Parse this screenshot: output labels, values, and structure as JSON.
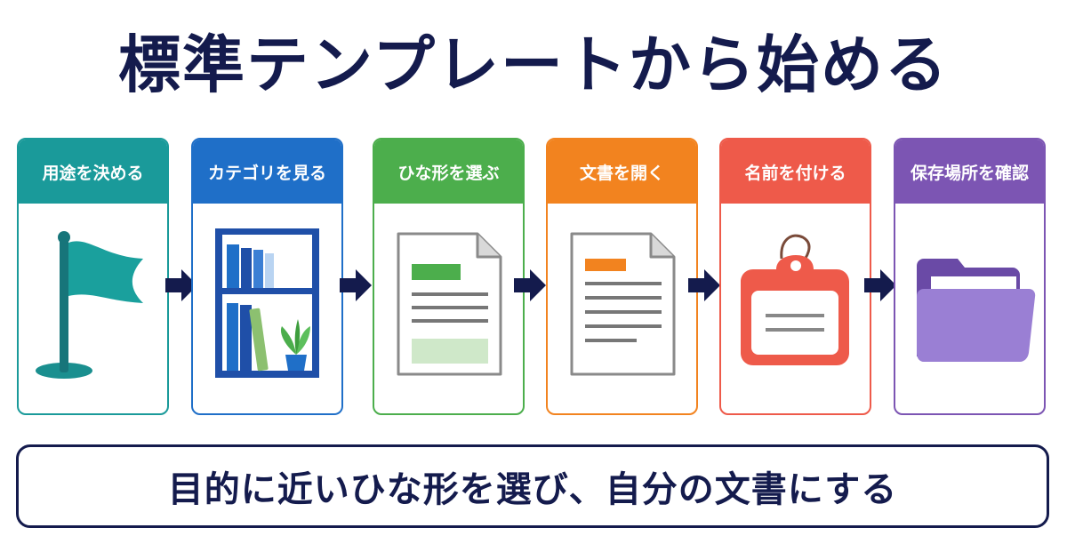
{
  "title": "標準テンプレートから始める",
  "steps": [
    {
      "label": "用途を決める",
      "icon": "flag-icon",
      "color": "#1a9a9a"
    },
    {
      "label": "カテゴリを見る",
      "icon": "bookshelf-icon",
      "color": "#1f6fc8"
    },
    {
      "label": "ひな形を選ぶ",
      "icon": "template-document-icon",
      "color": "#4cae4c"
    },
    {
      "label": "文書を開く",
      "icon": "open-document-icon",
      "color": "#f2831f"
    },
    {
      "label": "名前を付ける",
      "icon": "name-tag-icon",
      "color": "#ee5a4a"
    },
    {
      "label": "保存場所を確認",
      "icon": "folder-icon",
      "color": "#7c55b3"
    }
  ],
  "summary": "目的に近いひな形を選び、自分の文書にする",
  "colors": {
    "navy": "#141b4d"
  }
}
